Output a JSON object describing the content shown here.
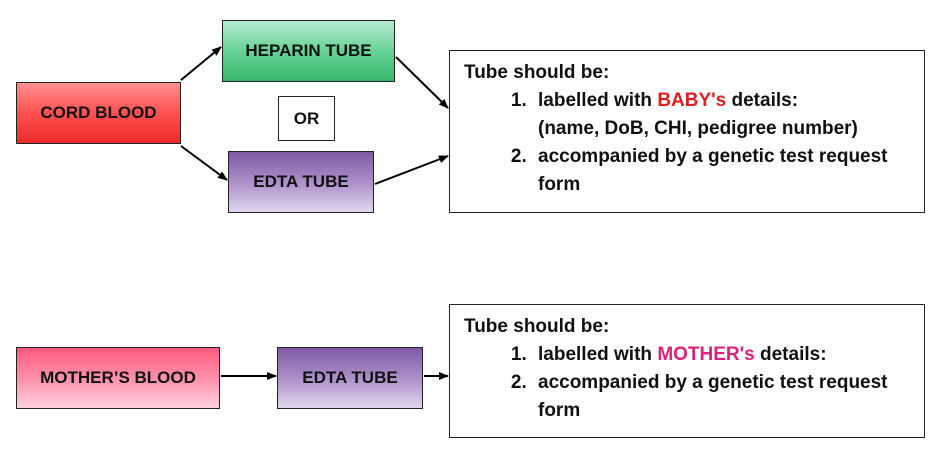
{
  "nodes": {
    "cord_blood": "CORD BLOOD",
    "heparin_tube": "HEPARIN TUBE",
    "or_label": "OR",
    "edta_tube_top": "EDTA TUBE",
    "mothers_blood": "MOTHER’S BLOOD",
    "edta_tube_bottom": "EDTA TUBE"
  },
  "baby_box": {
    "heading": "Tube should be:",
    "item1_prefix": "labelled with ",
    "item1_highlight": "BABY's",
    "item1_suffix": " details:",
    "item1_detail": "(name, DoB, CHI, pedigree number)",
    "item2": "accompanied by a genetic test request form"
  },
  "mother_box": {
    "heading": "Tube should be:",
    "item1_prefix": "labelled with ",
    "item1_highlight": "MOTHER's",
    "item1_suffix": " details:",
    "item2": "accompanied by a genetic test request form"
  },
  "colors": {
    "baby_highlight": "#e02020",
    "mother_highlight": "#e0207a",
    "cord_fill": "#ff5151",
    "heparin_fill": "#66d296",
    "edta_fill": "#b095cc",
    "mother_fill": "#ff95ad"
  }
}
